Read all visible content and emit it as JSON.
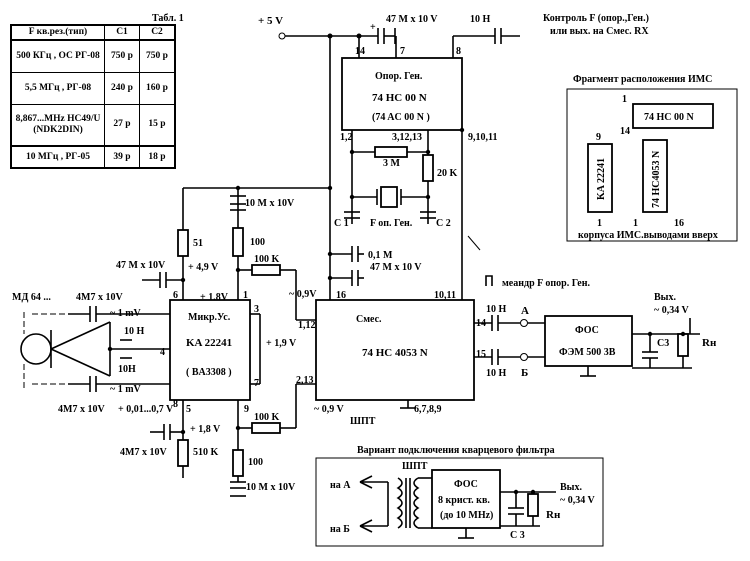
{
  "table": {
    "caption": "Табл. 1",
    "header": [
      "F кв.рез.(тип)",
      "C1",
      "C2"
    ],
    "rows": [
      {
        "type": "500 КГц , ОС РГ-08",
        "c1": "750 р",
        "c2": "750 р"
      },
      {
        "type": "5,5 МГц , РГ-08",
        "c1": "240 р",
        "c2": "160 р"
      },
      {
        "type": "8,867...MHz HC49/U (NDK2DIN)",
        "c1": "27 р",
        "c2": "15 р"
      },
      {
        "type": "10 МГц , РГ-05",
        "c1": "39 р",
        "c2": "18 р"
      }
    ]
  },
  "power": {
    "plus5v": "+ 5 V",
    "c_top": "47 M x 10 V",
    "r_top": "10 H"
  },
  "control_label": {
    "line1": "Контроль F (опор.,Ген.)",
    "line2": "или вых. на Смес. RX"
  },
  "ref_gen": {
    "title": "Опор. Ген.",
    "chip": "74 HC 00 N",
    "alt": "(74 AC 00 N )",
    "pins": {
      "p14": "14",
      "p7": "7",
      "p8": "8",
      "p12": "1,2",
      "p3": "3,12,13",
      "p9": "9,10,11"
    },
    "r_3m": "3 M",
    "r_20k": "20 K",
    "c1": "C 1",
    "c2": "C 2",
    "f_label": "F оп. Ген."
  },
  "fragment": {
    "title": "Фрагмент расположения ИМС",
    "chip1": "74 HC 00 N",
    "chip2": "74 HC4053 N",
    "chip3": "KA 22241",
    "pin1": "1",
    "pin14": "14",
    "pin9": "9",
    "pin1b": "1",
    "pin1c": "1",
    "pin16": "16",
    "footer": "корпуса ИМС.выводами вверх"
  },
  "mic_amp": {
    "title": "Микр.Ус.",
    "chip": "KA 22241",
    "alt": "( BA3308 )",
    "pins": {
      "p6": "6",
      "p1": "1",
      "p3": "3",
      "p4": "4",
      "p8": "8",
      "p5": "5",
      "p9": "9",
      "p7": "7"
    }
  },
  "mixer": {
    "title": "Смес.",
    "chip": "74 HC 4053 N",
    "pins": {
      "p16": "16",
      "p1011": "10,11",
      "p112": "1,12",
      "p213": "2,13",
      "p14": "14",
      "p15": "15",
      "p6789": "6,7,8,9"
    }
  },
  "labels": {
    "c_10m_10v_top": "10 M x 10V",
    "r_100_top": "100",
    "r_51": "51",
    "c_47m_left": "47 M x 10V",
    "v_49": "+ 4,9 V",
    "v_18a": "+ 1,8V",
    "r_100k_top": "100 K",
    "v_09a": "~ 0,9V",
    "c_01m": "0,1 M",
    "c_47m_mid": "47 M x 10 V",
    "meander": "меандр F опор. Ген.",
    "md": "МД 64 ...",
    "c_4m7_top": "4M7 x 10V",
    "v_1mv_top": "~ 1 mV",
    "r_10h": "10 H",
    "c_10h": "10H",
    "v_1mv_bot": "~ 1 mV",
    "c_4m7_bot": "4M7 x 10V",
    "v_001": "+ 0,01...0,7 V",
    "v_19": "+ 1,9 V",
    "v_18b": "+ 1,8 V",
    "c_4m7_low": "4M7 x 10V",
    "r_510k": "510 K",
    "r_100k_bot": "100 K",
    "r_100_bot": "100",
    "c_10m_10v_bot": "10 M x 10V",
    "v_09b": "~ 0,9 V",
    "shpt": "ШПТ",
    "r_10h_a": "10 H",
    "r_10h_b": "10 H",
    "a": "А",
    "b": "Б",
    "out": "Вых.",
    "out_v": "~ 0,34 V",
    "fos": "ФОС",
    "fem": "ФЭМ 500 3В",
    "c3": "C3",
    "rn": "Rн"
  },
  "variant": {
    "title": "Вариант подключения кварцевого фильтра",
    "shpt": "ШПТ",
    "to_a": "на А",
    "to_b": "на Б",
    "fos": "ФОС",
    "crystals": "8 крист. кв.",
    "freq": "(до 10 MHz)",
    "out": "Вых.",
    "out_v": "~ 0,34 V",
    "c3": "C 3",
    "rn": "Rн"
  }
}
